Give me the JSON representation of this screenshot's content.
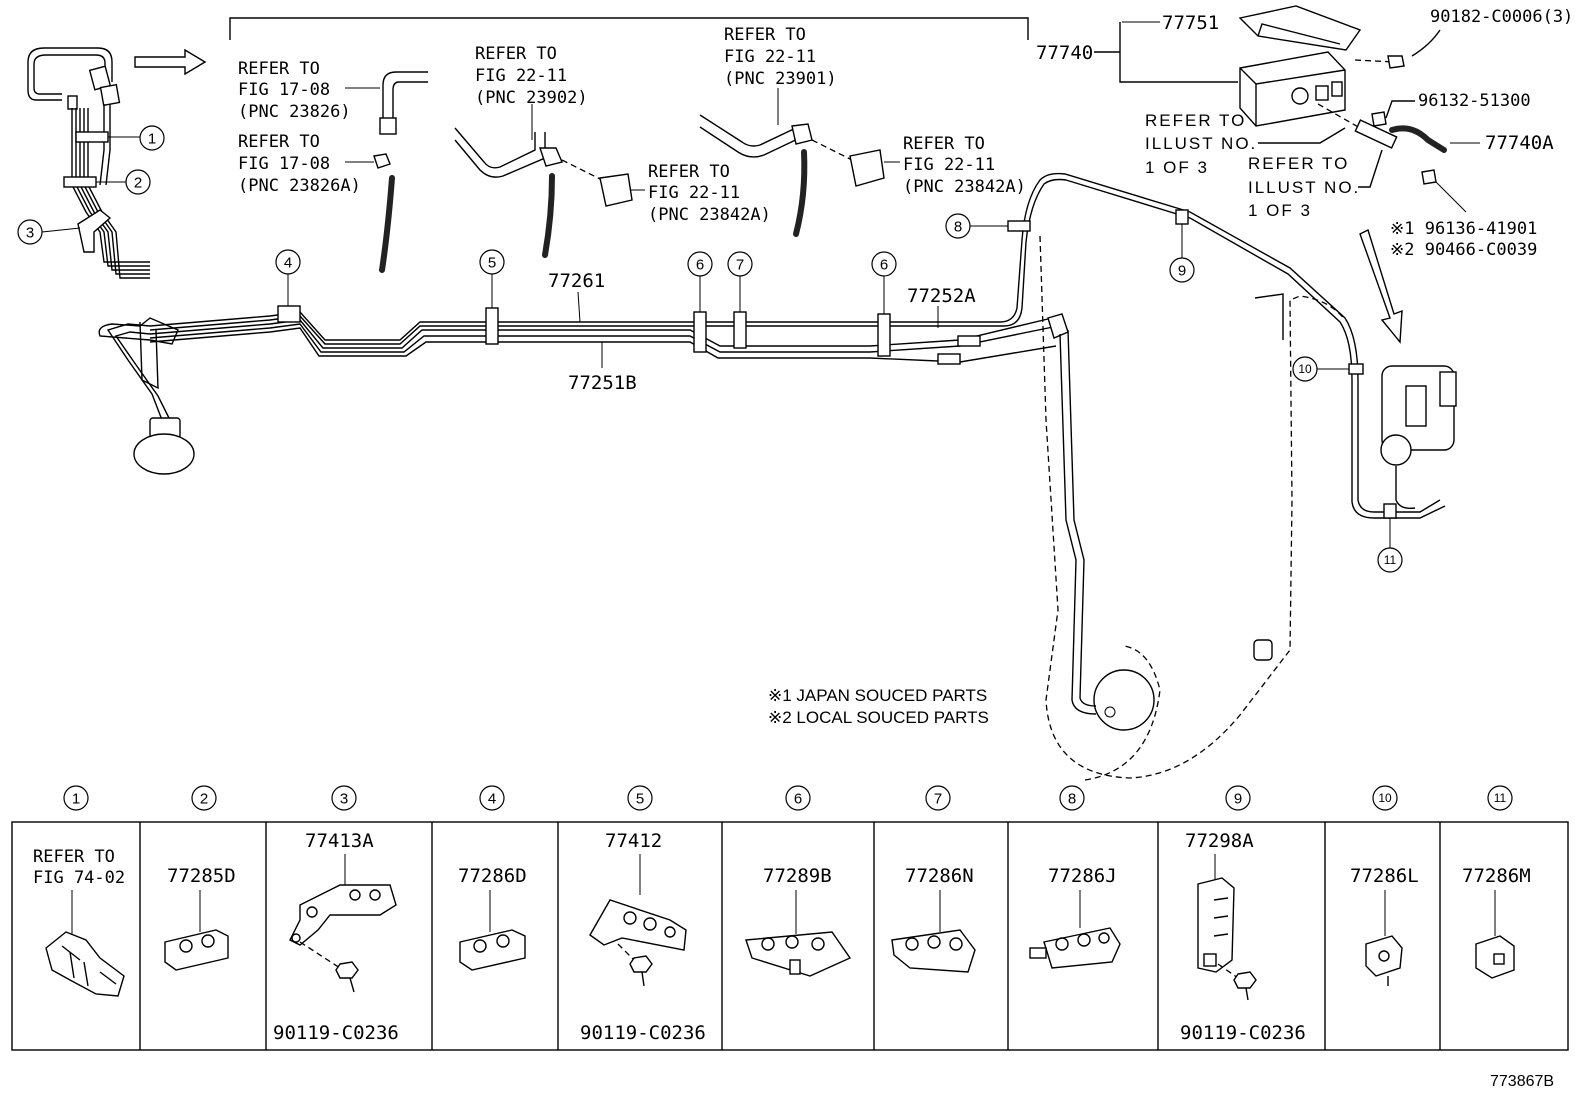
{
  "figure_id": "773867B",
  "top_refs": [
    {
      "line1": "REFER TO",
      "line2": "FIG 17-08",
      "line3": "(PNC 23826)"
    },
    {
      "line1": "REFER TO",
      "line2": "FIG 17-08",
      "line3": "(PNC 23826A)"
    },
    {
      "line1": "REFER TO",
      "line2": "FIG 22-11",
      "line3": "(PNC 23902)"
    },
    {
      "line1": "REFER TO",
      "line2": "FIG 22-11",
      "line3": "(PNC 23842A)"
    },
    {
      "line1": "REFER TO",
      "line2": "FIG 22-11",
      "line3": "(PNC 23901)"
    },
    {
      "line1": "REFER TO",
      "line2": "FIG 22-11",
      "line3": "(PNC 23842A)"
    }
  ],
  "illust_refs": [
    {
      "line1": "REFER TO",
      "line2": "ILLUST NO.",
      "line3": "1 OF 3"
    },
    {
      "line1": "REFER TO",
      "line2": "ILLUST NO.",
      "line3": "1 OF 3"
    }
  ],
  "part_callouts": [
    "77751",
    "77740",
    "90182-C0006(3)",
    "96132-51300",
    "77740A",
    "77261",
    "77252A",
    "77251B"
  ],
  "notes": [
    "※1 96136-41901",
    "※2 90466-C0039"
  ],
  "legend": [
    "※1 JAPAN SOUCED PARTS",
    "※2 LOCAL SOUCED PARTS"
  ],
  "diagram_callouts": [
    "1",
    "2",
    "3",
    "4",
    "5",
    "6",
    "7",
    "6",
    "8",
    "9",
    "10",
    "11"
  ],
  "parts_table": [
    {
      "no": "1",
      "lines": [
        "REFER TO",
        "FIG 74-02"
      ]
    },
    {
      "no": "2",
      "part": "77285D"
    },
    {
      "no": "3",
      "part": "77413A",
      "bolt": "90119-C0236"
    },
    {
      "no": "4",
      "part": "77286D"
    },
    {
      "no": "5",
      "part": "77412",
      "bolt": "90119-C0236"
    },
    {
      "no": "6",
      "part": "77289B"
    },
    {
      "no": "7",
      "part": "77286N"
    },
    {
      "no": "8",
      "part": "77286J"
    },
    {
      "no": "9",
      "part": "77298A",
      "bolt": "90119-C0236"
    },
    {
      "no": "10",
      "part": "77286L"
    },
    {
      "no": "11",
      "part": "77286M"
    }
  ]
}
